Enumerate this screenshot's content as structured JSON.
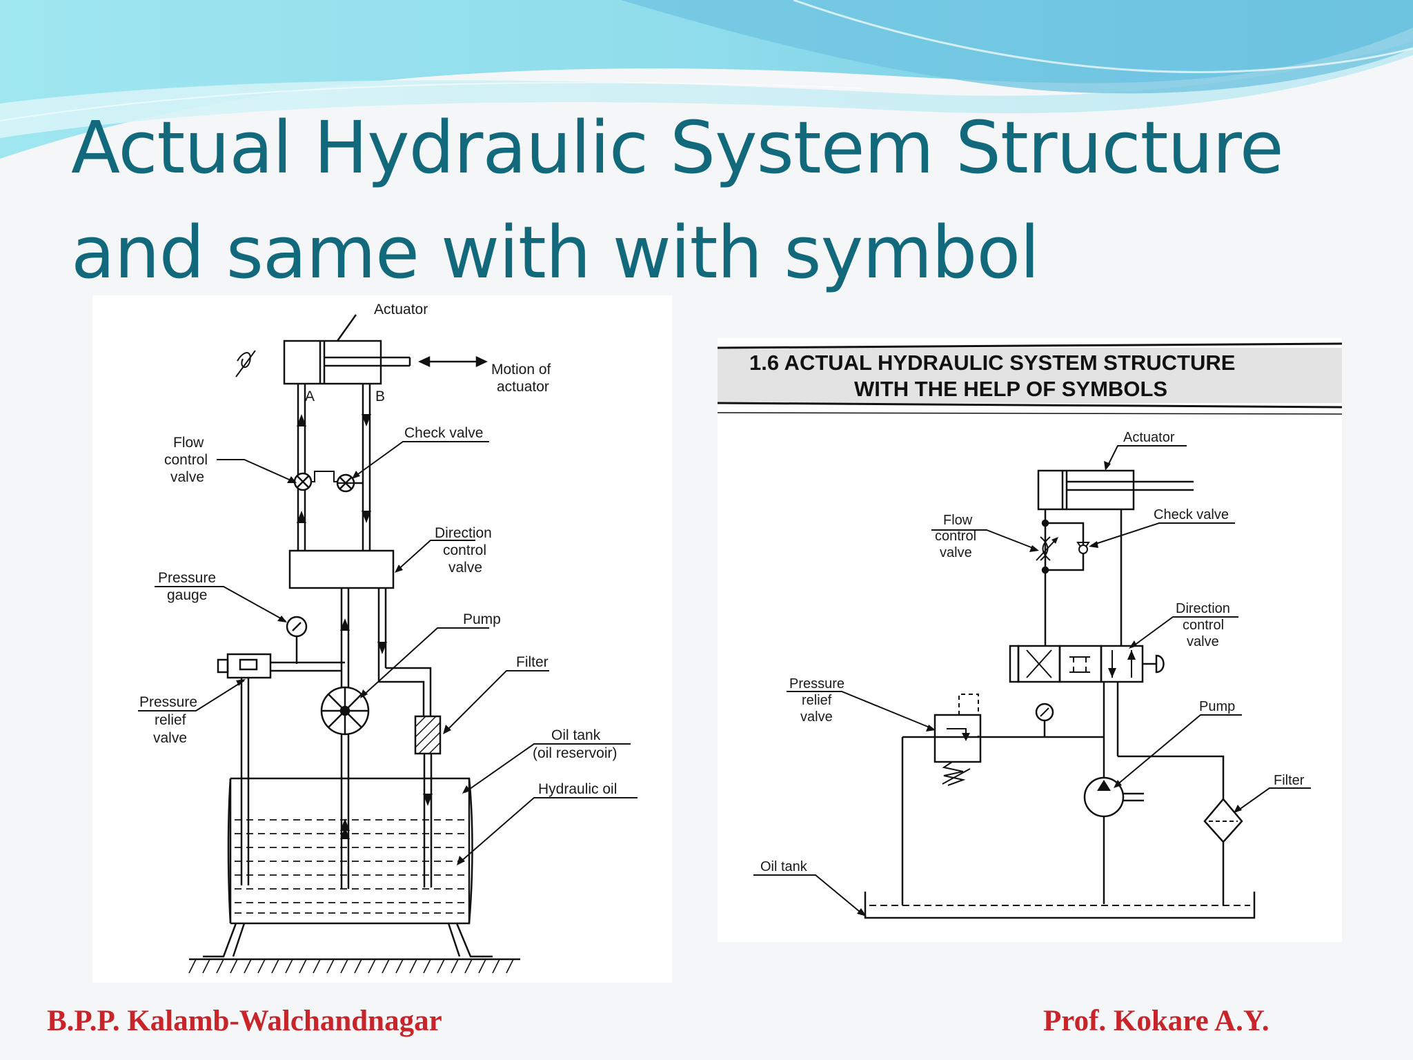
{
  "title": {
    "line1": "Actual Hydraulic System Structure",
    "line2": "and same with with symbol"
  },
  "left_diagram": {
    "labels": {
      "actuator": "Actuator",
      "motion_line1": "Motion of",
      "motion_line2": "actuator",
      "port_a": "A",
      "port_b": "B",
      "flow_line1": "Flow",
      "flow_line2": "control",
      "flow_line3": "valve",
      "check_valve": "Check valve",
      "direction_line1": "Direction",
      "direction_line2": "control",
      "direction_line3": "valve",
      "pressure_gauge_line1": "Pressure",
      "pressure_gauge_line2": "gauge",
      "pump": "Pump",
      "filter": "Filter",
      "relief_line1": "Pressure",
      "relief_line2": "relief",
      "relief_line3": "valve",
      "oil_tank_line1": "Oil tank",
      "oil_tank_line2": "(oil reservoir)",
      "hydraulic_oil": "Hydraulic oil"
    }
  },
  "right_diagram": {
    "header_line1": "1.6  ACTUAL HYDRAULIC SYSTEM STRUCTURE",
    "header_line2": "WITH THE HELP OF SYMBOLS",
    "labels": {
      "actuator": "Actuator",
      "flow_line1": "Flow",
      "flow_line2": "control",
      "flow_line3": "valve",
      "check_valve": "Check valve",
      "direction_line1": "Direction",
      "direction_line2": "control",
      "direction_line3": "valve",
      "relief_line1": "Pressure",
      "relief_line2": "relief",
      "relief_line3": "valve",
      "pump": "Pump",
      "filter": "Filter",
      "oil_tank": "Oil tank"
    }
  },
  "footer": {
    "left": "B.P.P. Kalamb-Walchandnagar",
    "right": "Prof. Kokare A.Y."
  },
  "colors": {
    "title": "#13697c",
    "footer": "#c8242a",
    "wave_light": "#bfeef5",
    "wave_mid": "#7fd6e6",
    "wave_dark": "#5bb8d6"
  }
}
